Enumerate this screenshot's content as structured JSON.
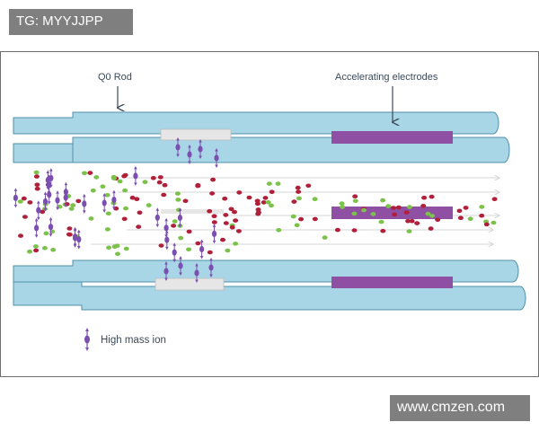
{
  "watermarks": {
    "top": "TG: MYYJJPP",
    "bottom": "www.cmzen.com"
  },
  "labels": {
    "q0_rod": "Q0 Rod",
    "accelerating_electrodes": "Accelerating electrodes",
    "legend_high_mass_ion": "High mass ion"
  },
  "colors": {
    "rod_fill": "#a9d6e6",
    "rod_stroke": "#4f90a8",
    "electrode": "#8f4fa3",
    "plate": "#e6e6e6",
    "ion_high_mass": "#7a4fb0",
    "ion_red": "#b0203a",
    "ion_green": "#7cc24a",
    "beam_arrow": "#d4d4d4",
    "text": "#3b4a5a"
  }
}
